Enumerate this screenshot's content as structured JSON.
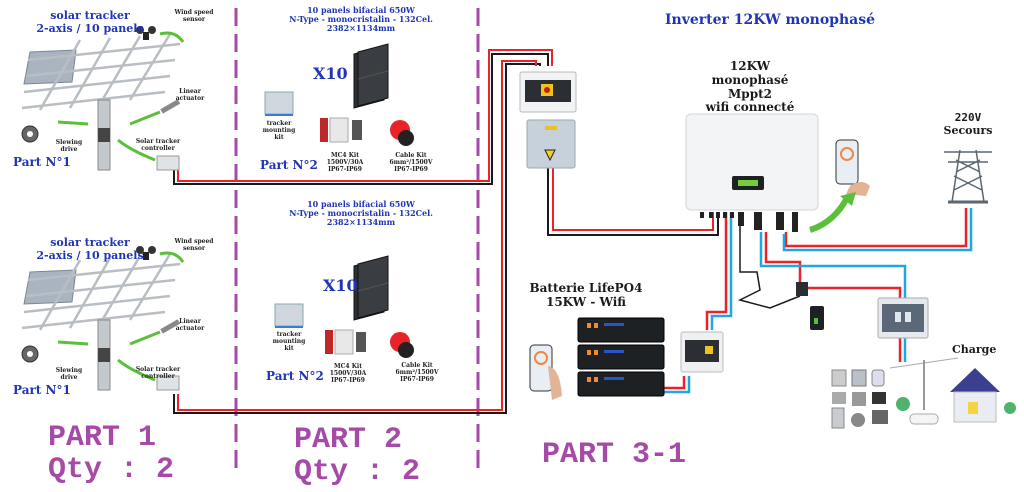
{
  "diagram": {
    "title": "Inverter 12KW monophasé",
    "part1": {
      "heading_line1": "solar tracker",
      "heading_line2": "2-axis / 10 panels",
      "labels": {
        "wind_sensor_line1": "Wind speed",
        "wind_sensor_line2": "sensor",
        "actuator_line1": "Linear",
        "actuator_line2": "actuator",
        "slewing_line1": "Slewing",
        "slewing_line2": "drive",
        "controller_line1": "Solar tracker",
        "controller_line2": "controller"
      },
      "part_tag": "Part N°1"
    },
    "part2": {
      "heading_line1": "10 panels bifacial 650W",
      "heading_line2": "N-Type - monocristalin - 132Cel.",
      "heading_line3": "2382×1134mm",
      "multiplier": "X10",
      "mounting_kit_line1": "tracker",
      "mounting_kit_line2": "mounting",
      "mounting_kit_line3": "kit",
      "mc4_line1": "MC4 Kit",
      "mc4_line2": "1500V/30A",
      "mc4_line3": "IP67-IP69",
      "cable_line1": "Cable Kit",
      "cable_line2": "6mm²/1500V",
      "cable_line3": "IP67-IP69",
      "part_tag": "Part N°2"
    },
    "part3": {
      "inverter_line1": "12KW",
      "inverter_line2": "monophasé Mppt2",
      "inverter_line3": "wifi connecté",
      "grid_line1": "220V",
      "grid_line2": "Secours",
      "battery_line1": "Batterie LifePO4",
      "battery_line2": "15KW - Wifi",
      "load_label": "Charge"
    },
    "footer": {
      "part1_line1": "PART 1",
      "part1_line2": "Qty : 2",
      "part2_line1": "PART 2",
      "part2_line2": "Qty : 2",
      "part3": "PART 3-1"
    },
    "colors": {
      "title_blue": "#1f35b5",
      "divider_purple": "#a64aa8",
      "wire_red": "#e8232a",
      "wire_black": "#1a1a1a",
      "wire_blue": "#1ea7e4",
      "arrow_green": "#5cbf3a"
    }
  }
}
